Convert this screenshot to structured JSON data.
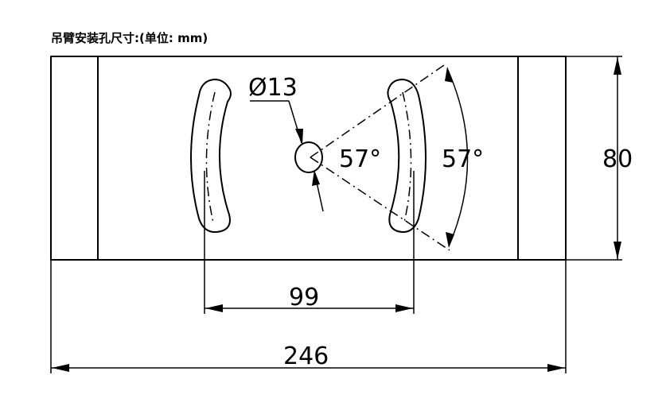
{
  "title": "吊臂安装孔尺寸:(单位: mm)",
  "dimensions": {
    "hole_diameter": "Ø13",
    "inner_angle": "57°",
    "outer_angle": "57°",
    "height": "80",
    "slot_spacing": "99",
    "total_width": "246"
  },
  "colors": {
    "line": "#000000",
    "background": "#ffffff"
  }
}
